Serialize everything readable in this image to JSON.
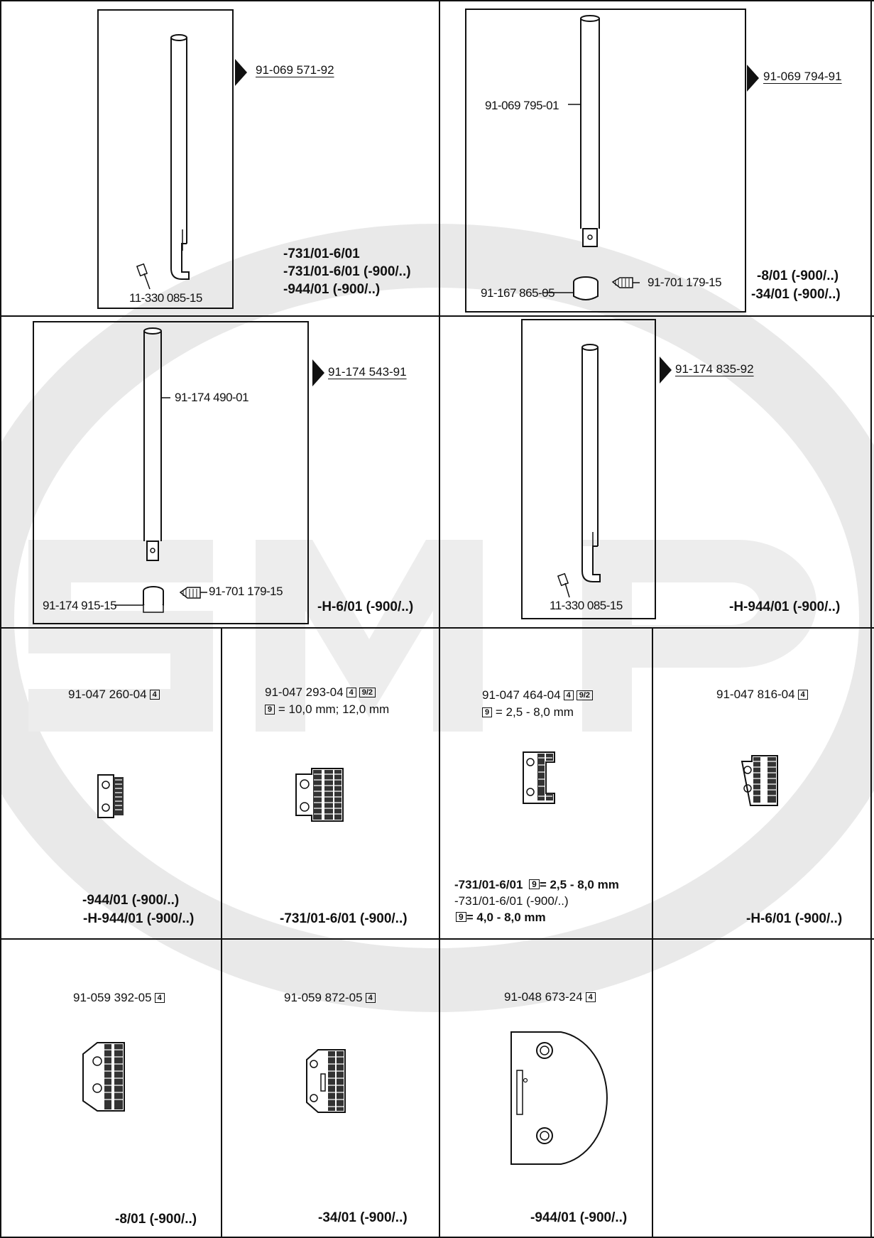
{
  "cell1": {
    "ref": "91-069 571-92",
    "screw": "11-330 085-15",
    "models": [
      "-731/01-6/01",
      "-731/01-6/01  (-900/..)",
      "-944/01  (-900/..)"
    ]
  },
  "cell2": {
    "ref": "91-069 794-91",
    "rod": "91-069 795-01",
    "clamp": "91-167 865-05",
    "screw": "91-701 179-15",
    "models": [
      "-8/01  (-900/..)",
      "-34/01  (-900/..)"
    ]
  },
  "cell3": {
    "ref": "91-174 543-91",
    "rod": "91-174 490-01",
    "clamp": "91-174 915-15",
    "screw": "91-701 179-15",
    "models": [
      "-H-6/01  (-900/..)"
    ]
  },
  "cell4": {
    "ref": "91-174 835-92",
    "screw": "11-330 085-15",
    "models": [
      "-H-944/01  (-900/..)"
    ]
  },
  "cell5": {
    "part": "91-047 260-04",
    "badge": "4",
    "models": [
      "-944/01  (-900/..)",
      "-H-944/01  (-900/..)"
    ]
  },
  "cell6": {
    "part": "91-047 293-04",
    "badge1": "4",
    "badge2": "9/2",
    "spec_badge": "9",
    "spec": "= 10,0 mm; 12,0 mm",
    "models": [
      "-731/01-6/01  (-900/..)"
    ]
  },
  "cell7": {
    "part": "91-047 464-04",
    "badge1": "4",
    "badge2": "9/2",
    "spec_badge": "9",
    "spec": "= 2,5 - 8,0  mm",
    "models": [
      "-731/01-6/01",
      "-731/01-6/01  (-900/..)"
    ],
    "notes": [
      "= 2,5 - 8,0 mm",
      "= 4,0 - 8,0 mm"
    ]
  },
  "cell8": {
    "part": "91-047 816-04",
    "badge": "4",
    "models": [
      "-H-6/01  (-900/..)"
    ]
  },
  "cell9": {
    "part": "91-059 392-05",
    "badge": "4",
    "models": [
      "-8/01  (-900/..)"
    ]
  },
  "cell10": {
    "part": "91-059 872-05",
    "badge": "4",
    "models": [
      "-34/01    (-900/..)"
    ]
  },
  "cell11": {
    "part": "91-048 673-24",
    "badge": "4",
    "models": [
      "-944/01  (-900/..)"
    ]
  }
}
